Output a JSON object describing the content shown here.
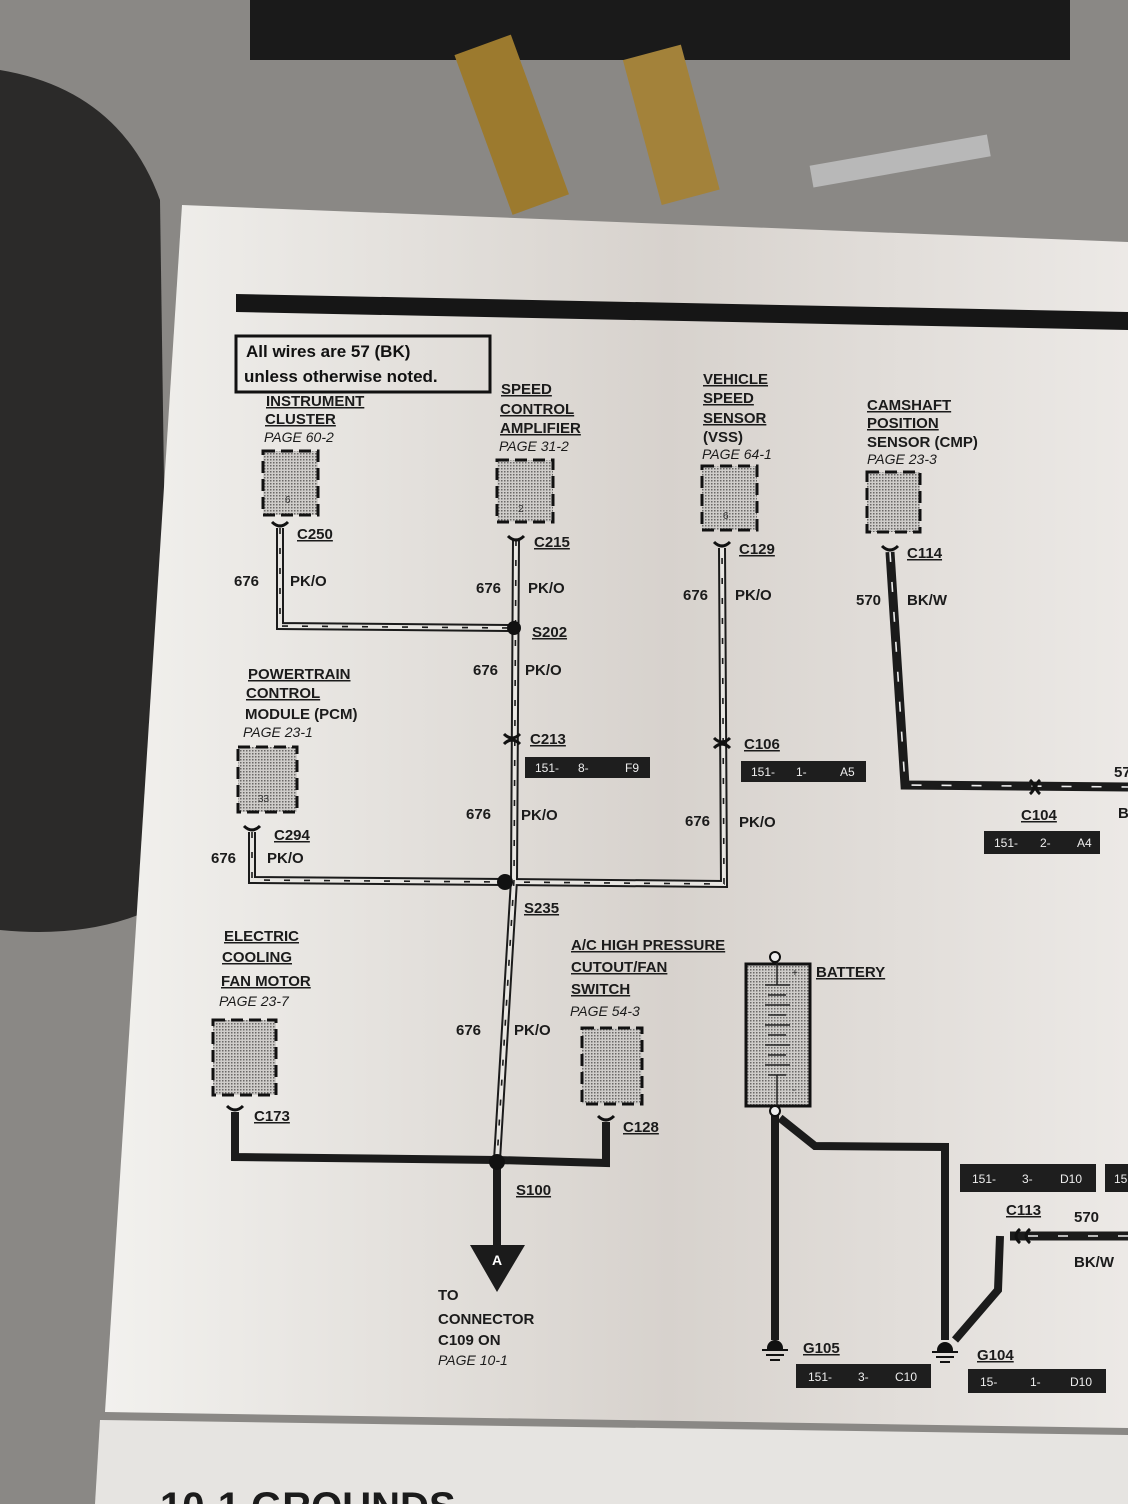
{
  "note": {
    "line1": "All wires are 57 (BK)",
    "line2": "unless otherwise noted."
  },
  "components": {
    "instrument_cluster": {
      "lines": [
        "INSTRUMENT",
        "CLUSTER"
      ],
      "page": "PAGE 60-2",
      "pin": "6",
      "connector": "C250"
    },
    "speed_control": {
      "lines": [
        "SPEED",
        "CONTROL",
        "AMPLIFIER"
      ],
      "page": "PAGE 31-2",
      "pin": "2",
      "connector": "C215"
    },
    "vss": {
      "lines": [
        "VEHICLE",
        "SPEED",
        "SENSOR",
        "(VSS)"
      ],
      "page": "PAGE 64-1",
      "pin": "6",
      "connector": "C129"
    },
    "cmp": {
      "lines": [
        "CAMSHAFT",
        "POSITION",
        "SENSOR (CMP)"
      ],
      "page": "PAGE 23-3",
      "connector": "C114"
    },
    "pcm": {
      "lines": [
        "POWERTRAIN",
        "CONTROL",
        "MODULE (PCM)"
      ],
      "page": "PAGE 23-1",
      "pin": "33",
      "connector": "C294"
    },
    "fan_motor": {
      "lines": [
        "ELECTRIC",
        "COOLING",
        "FAN MOTOR"
      ],
      "page": "PAGE 23-7",
      "connector": "C173"
    },
    "ac_switch": {
      "lines": [
        "A/C HIGH PRESSURE",
        "CUTOUT/FAN",
        "SWITCH"
      ],
      "page": "PAGE 54-3",
      "connector": "C128"
    },
    "battery": {
      "label": "BATTERY",
      "plus": "+",
      "minus": "-"
    }
  },
  "wires": {
    "pko": {
      "circuit": "676",
      "color": "PK/O"
    },
    "bkw": {
      "circuit": "570",
      "color": "BK/W"
    },
    "cut_57": "57",
    "cut_b": "B"
  },
  "splices": {
    "s202": "S202",
    "s235": "S235",
    "s100": "S100"
  },
  "connectors": {
    "c213": {
      "name": "C213",
      "loc": [
        "151-",
        "8-",
        "F9"
      ]
    },
    "c106": {
      "name": "C106",
      "loc": [
        "151-",
        "1-",
        "A5"
      ]
    },
    "c104": {
      "name": "C104",
      "loc": [
        "151-",
        "2-",
        "A4"
      ]
    },
    "c113": {
      "name": "C113",
      "loc": [
        "151-",
        "3-",
        "D10"
      ],
      "loc_cut": "15"
    }
  },
  "grounds": {
    "g105": {
      "name": "G105",
      "loc": [
        "151-",
        "3-",
        "C10"
      ]
    },
    "g104": {
      "name": "G104",
      "loc": [
        "15-",
        "1-",
        "D10"
      ]
    }
  },
  "offpage": {
    "letter": "A",
    "lines": [
      "TO",
      "CONNECTOR",
      "C109 ON"
    ],
    "page": "PAGE 10-1"
  },
  "next_page_header": "10-1  GROUNDS",
  "colors": {
    "paper": "#ecebe8",
    "ink": "#1b1b1b",
    "background": "#6f6d6a"
  }
}
